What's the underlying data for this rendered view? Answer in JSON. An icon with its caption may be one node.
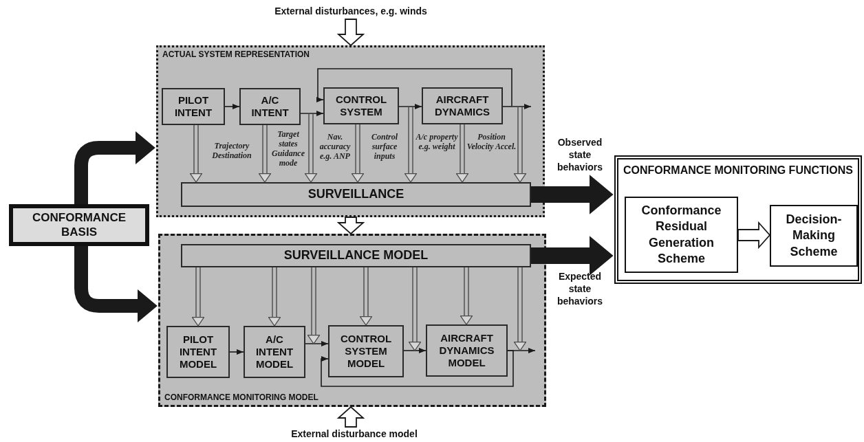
{
  "diagram": {
    "nodes": [
      {
        "text": [
          "External disturbances, e.g. winds"
        ]
      },
      {
        "text": [
          "ACTUAL SYSTEM REPRESENTATION"
        ]
      },
      {
        "text": [
          "PILOT INTENT"
        ],
        "in": 1
      },
      {
        "text": [
          "A/C INTENT"
        ],
        "in": 1
      },
      {
        "text": [
          "CONTROL SYSTEM"
        ],
        "in": 1
      },
      {
        "text": [
          "AIRCRAFT DYNAMICS"
        ],
        "in": 1
      },
      {
        "text": [
          "SURVEILLANCE"
        ],
        "in": 1
      },
      {
        "text": [
          "CONFORMANCE BASIS"
        ]
      },
      {
        "text": [
          "CONFORMANCE MONITORING FUNCTIONS"
        ]
      },
      {
        "text": [
          "Conformance Residual Generation Scheme"
        ],
        "in": 8
      },
      {
        "text": [
          "Decision-Making Scheme"
        ],
        "in": 8
      },
      {
        "text": [
          "CONFORMANCE MONITORING MODEL"
        ]
      },
      {
        "text": [
          "SURVEILLANCE MODEL"
        ],
        "in": 11
      },
      {
        "text": [
          "PILOT INTENT MODEL"
        ],
        "in": 11
      },
      {
        "text": [
          "A/C INTENT MODEL"
        ],
        "in": 11
      },
      {
        "text": [
          "CONTROL SYSTEM MODEL"
        ],
        "in": 11
      },
      {
        "text": [
          "AIRCRAFT DYNAMICS MODEL"
        ],
        "in": 11
      },
      {
        "text": [
          "External disturbance model"
        ]
      }
    ],
    "edges": [
      {
        "from": 0,
        "to": 1,
        "arrow": "to"
      },
      {
        "from": 7,
        "to": 1,
        "arrow": "to",
        "style": "thick"
      },
      {
        "from": 7,
        "to": 11,
        "arrow": "to",
        "style": "thick"
      },
      {
        "from": 1,
        "to": 11,
        "arrow": "to"
      },
      {
        "from": 17,
        "to": 11,
        "arrow": "to"
      },
      {
        "from": 6,
        "to": 8,
        "arrow": "to",
        "style": "thick",
        "label": "Observed state behaviors"
      },
      {
        "from": 12,
        "to": 8,
        "arrow": "to",
        "style": "thick",
        "label": "Expected state behaviors"
      },
      {
        "from": 9,
        "to": 10,
        "arrow": "to"
      },
      {
        "from": 2,
        "to": 3,
        "arrow": "to"
      },
      {
        "from": 3,
        "to": 4,
        "arrow": "to"
      },
      {
        "from": 4,
        "to": 5,
        "arrow": "to"
      },
      {
        "from": 5,
        "to": null,
        "arrow": "to"
      },
      {
        "from": 5,
        "to": 4,
        "arrow": "to"
      },
      {
        "from": 13,
        "to": 14,
        "arrow": "to"
      },
      {
        "from": 14,
        "to": 15,
        "arrow": "to"
      },
      {
        "from": 15,
        "to": 16,
        "arrow": "to"
      },
      {
        "from": 16,
        "to": null,
        "arrow": "to"
      },
      {
        "from": 16,
        "to": 15,
        "arrow": "to"
      },
      {
        "from": 2,
        "to": 6,
        "arrow": "to"
      },
      {
        "from": 3,
        "to": 6,
        "arrow": "to"
      },
      {
        "from": 3,
        "to": 6,
        "arrow": "to"
      },
      {
        "from": 4,
        "to": 6,
        "arrow": "to"
      },
      {
        "from": 4,
        "to": 6,
        "arrow": "to"
      },
      {
        "from": 5,
        "to": 6,
        "arrow": "to"
      },
      {
        "from": 5,
        "to": 6,
        "arrow": "to"
      },
      {
        "from": 12,
        "to": 13,
        "arrow": "to"
      },
      {
        "from": 12,
        "to": 14,
        "arrow": "to"
      },
      {
        "from": 12,
        "to": 14,
        "arrow": "to"
      },
      {
        "from": 12,
        "to": 15,
        "arrow": "to"
      },
      {
        "from": 12,
        "to": 15,
        "arrow": "to"
      },
      {
        "from": 12,
        "to": 16,
        "arrow": "to"
      },
      {
        "from": 12,
        "to": 16,
        "arrow": "to"
      }
    ],
    "labels": [
      "Trajectory Destination",
      "Target states Guidance mode",
      "Nav. accuracy e.g. ANP",
      "Control surface inputs",
      "A/c property e.g. weight",
      "Position Velocity Accel."
    ]
  }
}
